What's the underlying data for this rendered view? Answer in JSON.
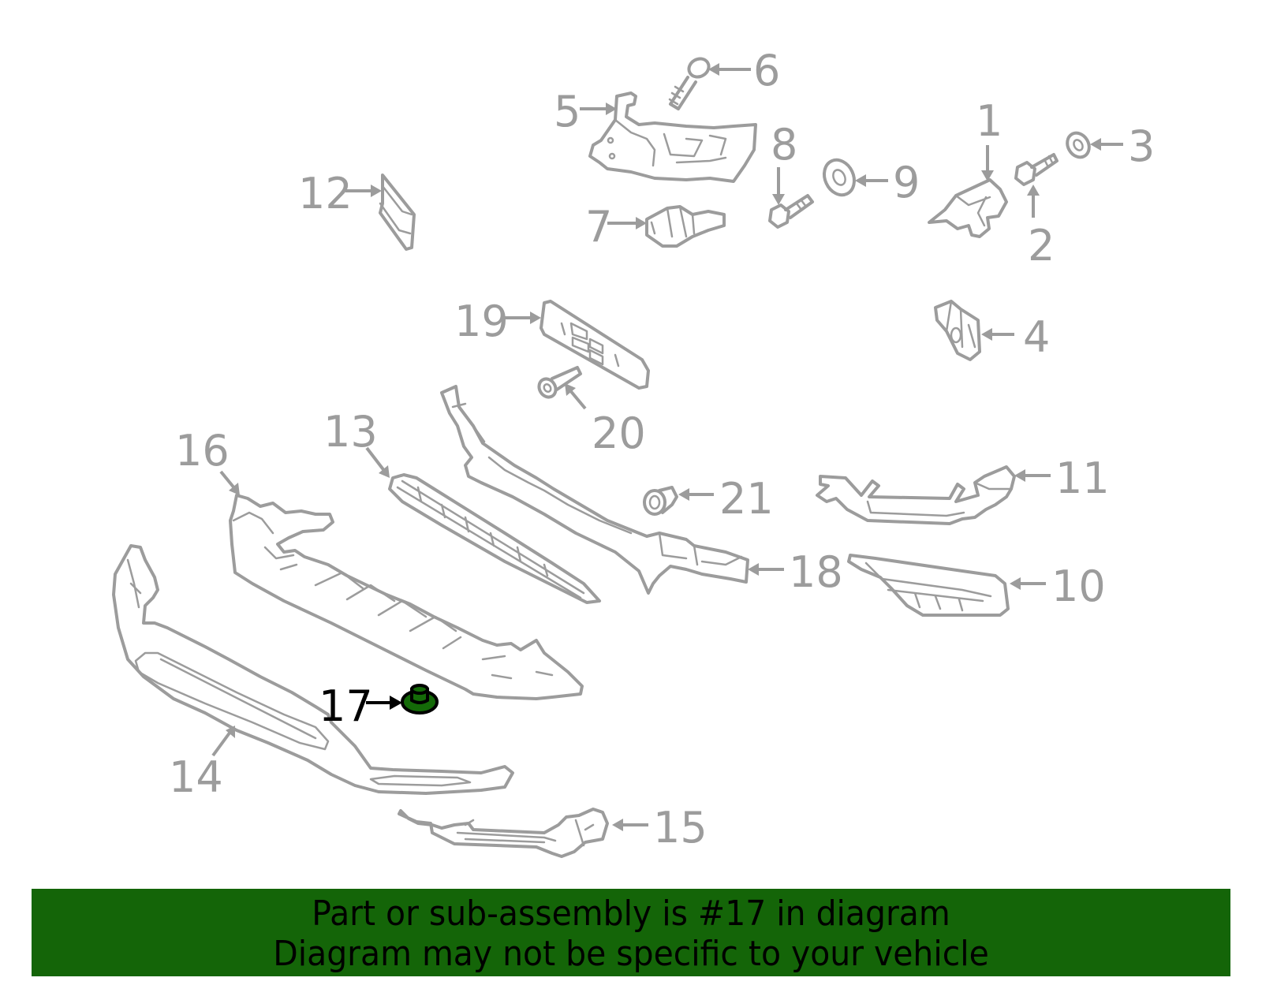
{
  "diagram": {
    "title": "Front bumper lower assembly exploded parts diagram",
    "highlighted_part": "17",
    "highlight_color": "#146a08",
    "line_color": "#9c9c9c",
    "callouts": [
      {
        "id": "1",
        "label": "1"
      },
      {
        "id": "2",
        "label": "2"
      },
      {
        "id": "3",
        "label": "3"
      },
      {
        "id": "4",
        "label": "4"
      },
      {
        "id": "5",
        "label": "5"
      },
      {
        "id": "6",
        "label": "6"
      },
      {
        "id": "7",
        "label": "7"
      },
      {
        "id": "8",
        "label": "8"
      },
      {
        "id": "9",
        "label": "9"
      },
      {
        "id": "10",
        "label": "10"
      },
      {
        "id": "11",
        "label": "11"
      },
      {
        "id": "12",
        "label": "12"
      },
      {
        "id": "13",
        "label": "13"
      },
      {
        "id": "14",
        "label": "14"
      },
      {
        "id": "15",
        "label": "15"
      },
      {
        "id": "16",
        "label": "16"
      },
      {
        "id": "17",
        "label": "17"
      },
      {
        "id": "18",
        "label": "18"
      },
      {
        "id": "19",
        "label": "19"
      },
      {
        "id": "20",
        "label": "20"
      },
      {
        "id": "21",
        "label": "21"
      }
    ]
  },
  "banner": {
    "line1": "Part or sub-assembly is #17 in diagram",
    "line2": "Diagram may not be specific to your vehicle",
    "background": "#146508"
  }
}
